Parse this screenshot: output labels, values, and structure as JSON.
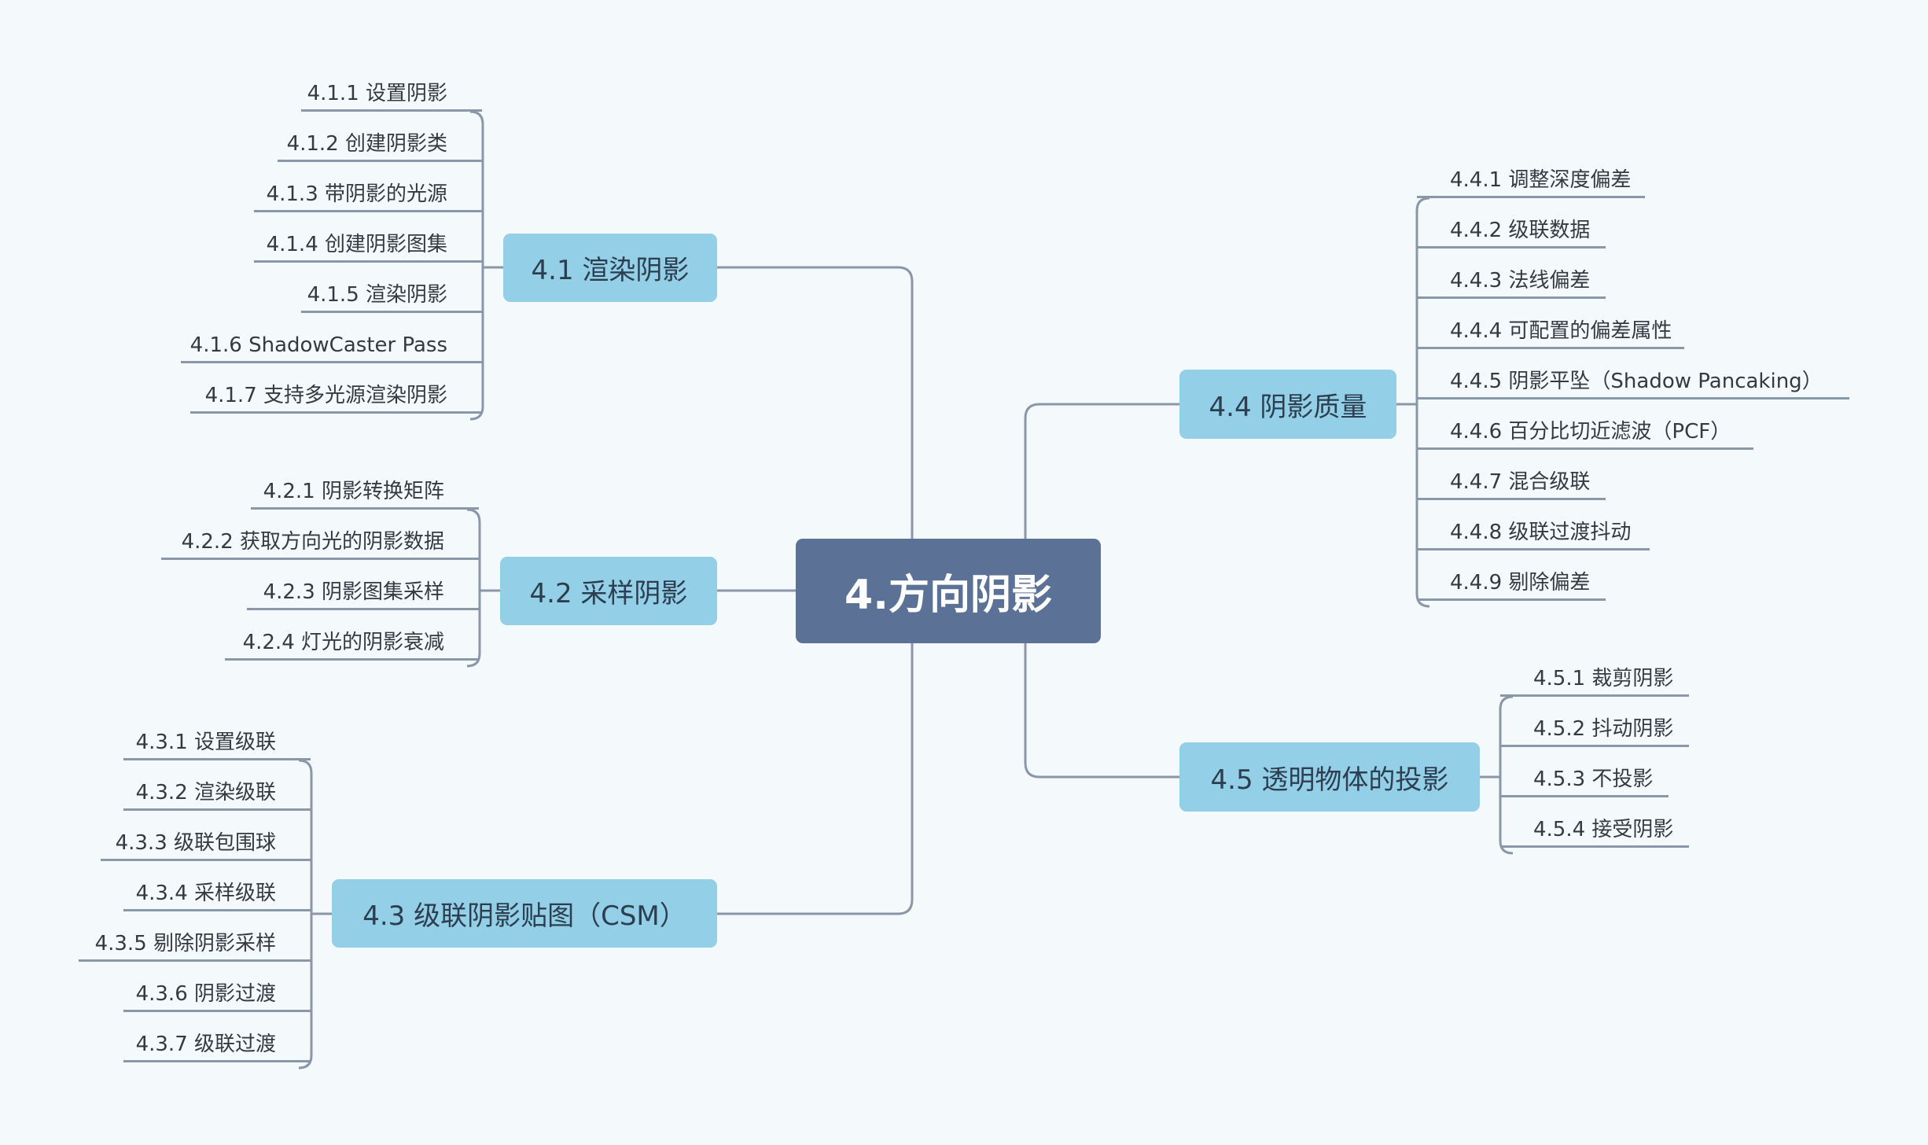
{
  "root": {
    "label": "4.方向阴影"
  },
  "branches": [
    {
      "label": "4.1 渲染阴影",
      "children": [
        "4.1.1 设置阴影",
        "4.1.2 创建阴影类",
        "4.1.3 带阴影的光源",
        "4.1.4 创建阴影图集",
        "4.1.5 渲染阴影",
        "4.1.6 ShadowCaster Pass",
        "4.1.7 支持多光源渲染阴影"
      ]
    },
    {
      "label": "4.2 采样阴影",
      "children": [
        "4.2.1 阴影转换矩阵",
        "4.2.2 获取方向光的阴影数据",
        "4.2.3 阴影图集采样",
        "4.2.4 灯光的阴影衰减"
      ]
    },
    {
      "label": "4.3 级联阴影贴图（CSM）",
      "children": [
        "4.3.1 设置级联",
        "4.3.2 渲染级联",
        "4.3.3 级联包围球",
        "4.3.4 采样级联",
        "4.3.5 剔除阴影采样",
        "4.3.6 阴影过渡",
        "4.3.7 级联过渡"
      ]
    },
    {
      "label": "4.4 阴影质量",
      "children": [
        "4.4.1 调整深度偏差",
        "4.4.2 级联数据",
        "4.4.3 法线偏差",
        "4.4.4 可配置的偏差属性",
        "4.4.5 阴影平坠（Shadow Pancaking）",
        "4.4.6 百分比切近滤波（PCF）",
        "4.4.7 混合级联",
        "4.4.8 级联过渡抖动",
        "4.4.9 剔除偏差"
      ]
    },
    {
      "label": "4.5 透明物体的投影",
      "children": [
        "4.5.1 裁剪阴影",
        "4.5.2 抖动阴影",
        "4.5.3 不投影",
        "4.5.4 接受阴影"
      ]
    }
  ]
}
